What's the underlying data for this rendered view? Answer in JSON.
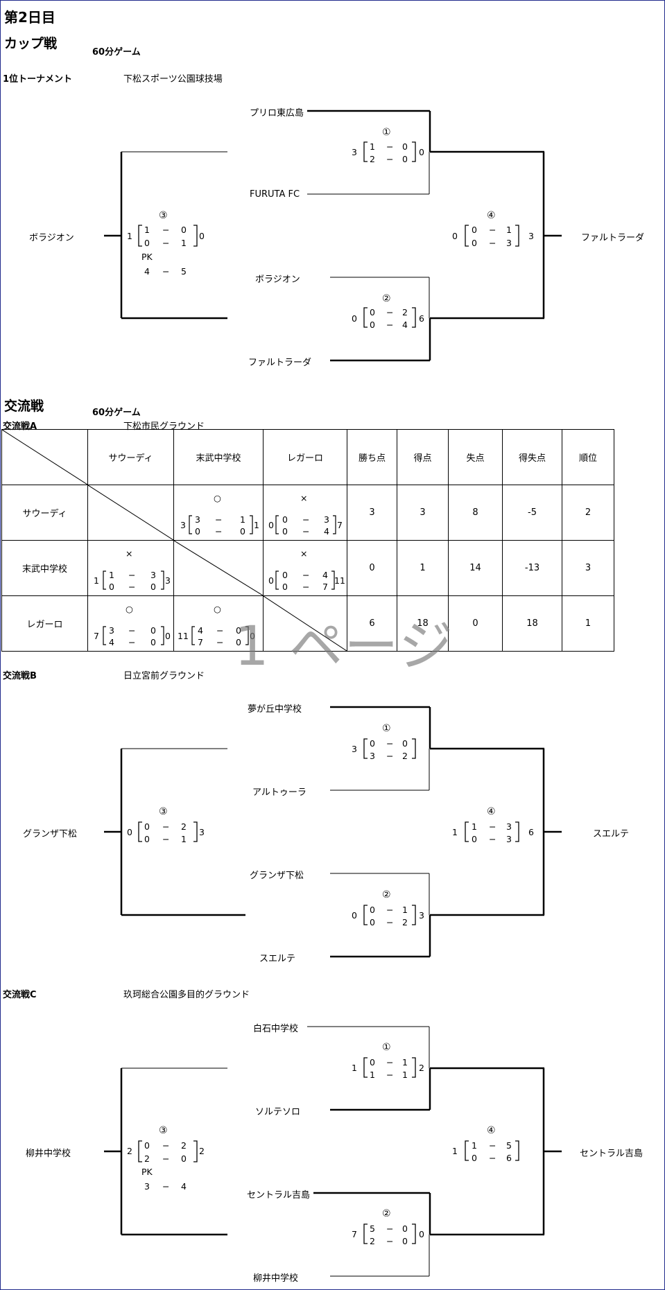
{
  "header": {
    "day": "第2日目"
  },
  "cup": {
    "title": "カップ戦",
    "game_length": "60分ゲーム",
    "tournament_label": "1位トーナメント",
    "venue": "下松スポーツ公園球技場",
    "team_top_1": "プリロ東広島",
    "team_top_2": "FURUTA FC",
    "team_top_3": "ボラジオン",
    "team_top_4": "ファルトラーダ",
    "left_winner": "ボラジオン",
    "right_winner": "ファルトラーダ",
    "m1": {
      "no": "①",
      "l": "3",
      "r": "0",
      "a1": "1",
      "a2": "0",
      "b1": "2",
      "b2": "0",
      "dash": "−"
    },
    "m2": {
      "no": "②",
      "l": "0",
      "r": "6",
      "a1": "0",
      "a2": "2",
      "b1": "0",
      "b2": "4",
      "dash": "−"
    },
    "m3": {
      "no": "③",
      "l": "1",
      "r": "0",
      "a1": "1",
      "a2": "0",
      "b1": "0",
      "b2": "1",
      "dash": "−",
      "pk_label": "PK",
      "pk1": "4",
      "pk2": "5"
    },
    "m4": {
      "no": "④",
      "l": "0",
      "r": "3",
      "a1": "0",
      "a2": "1",
      "b1": "0",
      "b2": "3",
      "dash": "−"
    }
  },
  "exchange": {
    "title": "交流戦",
    "game_length": "60分ゲーム",
    "a": {
      "label": "交流戦A",
      "venue": "下松市民グラウンド",
      "headers": [
        "サウーディ",
        "末武中学校",
        "レガーロ",
        "勝ち点",
        "得点",
        "失点",
        "得失点",
        "順位"
      ],
      "rows": [
        {
          "team": "サウーディ",
          "c2": {
            "mark": "○",
            "l": "3",
            "r": "1",
            "a1": "3",
            "a2": "1",
            "b1": "0",
            "b2": "0"
          },
          "c3": {
            "mark": "×",
            "l": "0",
            "r": "7",
            "a1": "0",
            "a2": "3",
            "b1": "0",
            "b2": "4"
          },
          "pts": "3",
          "gf": "3",
          "ga": "8",
          "gd": "-5",
          "rank": "2"
        },
        {
          "team": "末武中学校",
          "c1": {
            "mark": "×",
            "l": "1",
            "r": "3",
            "a1": "1",
            "a2": "3",
            "b1": "0",
            "b2": "0"
          },
          "c3": {
            "mark": "×",
            "l": "0",
            "r": "11",
            "a1": "0",
            "a2": "4",
            "b1": "0",
            "b2": "7"
          },
          "pts": "0",
          "gf": "1",
          "ga": "14",
          "gd": "-13",
          "rank": "3"
        },
        {
          "team": "レガーロ",
          "c1": {
            "mark": "○",
            "l": "7",
            "r": "0",
            "a1": "3",
            "a2": "0",
            "b1": "4",
            "b2": "0"
          },
          "c2": {
            "mark": "○",
            "l": "11",
            "r": "0",
            "a1": "4",
            "a2": "0",
            "b1": "7",
            "b2": "0"
          },
          "pts": "6",
          "gf": "18",
          "ga": "0",
          "gd": "18",
          "rank": "1"
        }
      ],
      "dash": "−"
    },
    "b": {
      "label": "交流戦B",
      "venue": "日立宮前グラウンド",
      "team_1": "夢が丘中学校",
      "team_2": "アルトゥーラ",
      "team_3": "グランザ下松",
      "team_4": "スエルテ",
      "left_winner": "グランザ下松",
      "right_winner": "スエルテ",
      "m1": {
        "no": "①",
        "l": "3",
        "r": "",
        "a1": "0",
        "a2": "0",
        "b1": "3",
        "b2": "2",
        "dash": "−"
      },
      "m2": {
        "no": "②",
        "l": "0",
        "r": "3",
        "a1": "0",
        "a2": "1",
        "b1": "0",
        "b2": "2",
        "dash": "−"
      },
      "m3": {
        "no": "③",
        "l": "0",
        "r": "3",
        "a1": "0",
        "a2": "2",
        "b1": "0",
        "b2": "1",
        "dash": "−"
      },
      "m4": {
        "no": "④",
        "l": "1",
        "r": "6",
        "a1": "1",
        "a2": "3",
        "b1": "0",
        "b2": "3",
        "dash": "−"
      }
    },
    "c": {
      "label": "交流戦C",
      "venue": "玖珂総合公園多目的グラウンド",
      "team_1": "白石中学校",
      "team_2": "ソルテソロ",
      "team_3": "セントラル吉島",
      "team_4": "柳井中学校",
      "left_winner": "柳井中学校",
      "right_winner": "セントラル吉島",
      "m1": {
        "no": "①",
        "l": "1",
        "r": "2",
        "a1": "0",
        "a2": "1",
        "b1": "1",
        "b2": "1",
        "dash": "−"
      },
      "m2": {
        "no": "②",
        "l": "7",
        "r": "0",
        "a1": "5",
        "a2": "0",
        "b1": "2",
        "b2": "0",
        "dash": "−"
      },
      "m3": {
        "no": "③",
        "l": "2",
        "r": "2",
        "a1": "0",
        "a2": "2",
        "b1": "2",
        "b2": "0",
        "dash": "−",
        "pk_label": "PK",
        "pk1": "3",
        "pk2": "4"
      },
      "m4": {
        "no": "④",
        "l": "1",
        "r": "",
        "a1": "1",
        "a2": "5",
        "b1": "0",
        "b2": "6",
        "dash": "−"
      }
    }
  },
  "watermark": "1 ページ"
}
